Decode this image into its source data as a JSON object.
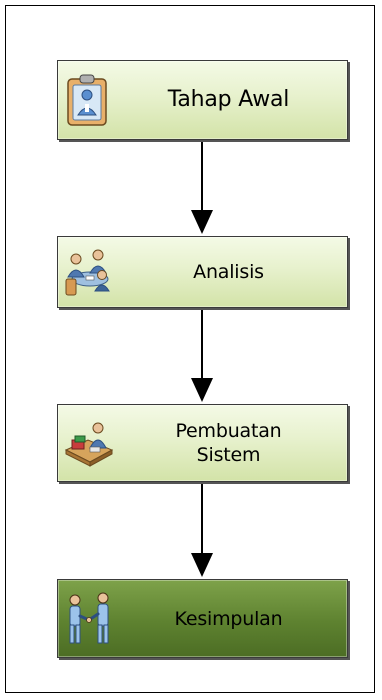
{
  "flowchart": {
    "steps": [
      {
        "id": "tahap-awal",
        "lines": [
          "Tahap Awal"
        ],
        "icon": "clipboard-person-icon",
        "style": "light"
      },
      {
        "id": "analisis",
        "lines": [
          "Analisis"
        ],
        "icon": "meeting-people-icon",
        "style": "light"
      },
      {
        "id": "pembuatan-sistem",
        "lines": [
          "Pembuatan",
          "Sistem"
        ],
        "icon": "worker-at-desk-icon",
        "style": "light"
      },
      {
        "id": "kesimpulan",
        "lines": [
          "Kesimpulan"
        ],
        "icon": "handshake-people-icon",
        "style": "dark"
      }
    ],
    "colors": {
      "box_light": "#e7f1cd",
      "box_dark": "#5e8230",
      "border": "#3a3a3a",
      "arrow": "#000000"
    }
  }
}
